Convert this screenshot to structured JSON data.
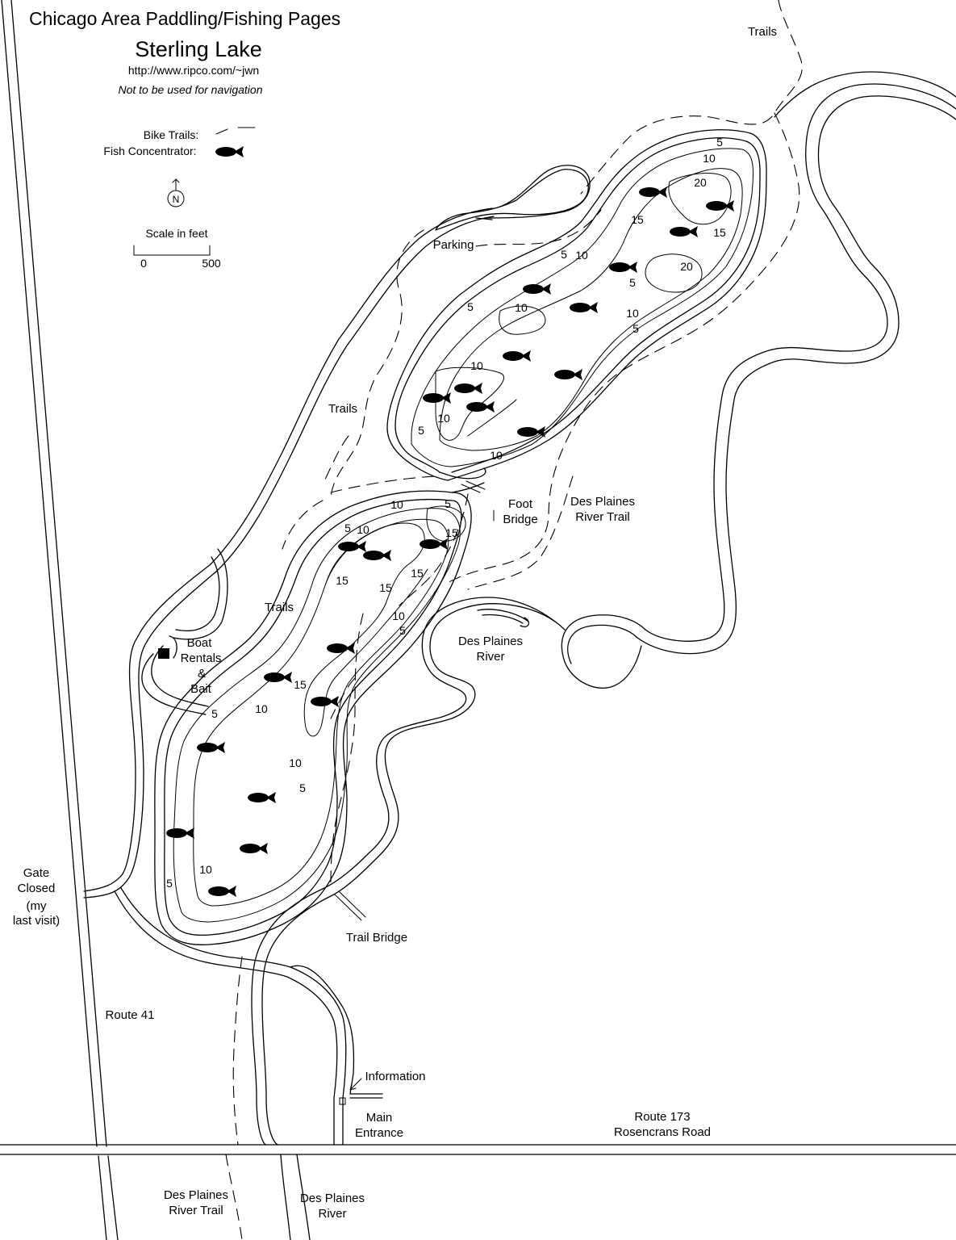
{
  "header": {
    "site_title": "Chicago Area Paddling/Fishing Pages",
    "map_title": "Sterling Lake",
    "url": "http://www.ripco.com/~jwn",
    "disclaimer": "Not to be used for navigation"
  },
  "legend": {
    "bike_trails": "Bike Trails:",
    "fish_concentrator": "Fish Concentrator:",
    "north": "N",
    "scale_title": "Scale in feet",
    "scale_min": "0",
    "scale_max": "500"
  },
  "labels": {
    "trails_ne": "Trails",
    "parking": "Parking",
    "trails_mid": "Trails",
    "trails_sw": "Trails",
    "foot_bridge_1": "Foot",
    "foot_bridge_2": "Bridge",
    "dp_river_trail_1": "Des Plaines",
    "dp_river_trail_2": "River Trail",
    "dp_river_1": "Des Plaines",
    "dp_river_2": "River",
    "boat_1": "Boat",
    "boat_2": "Rentals",
    "boat_3": "&",
    "boat_4": "Bait",
    "gate_1": "Gate",
    "gate_2": "Closed",
    "gate_3": "(my",
    "gate_4": "last visit)",
    "trail_bridge": "Trail Bridge",
    "route41": "Route 41",
    "information": "Information",
    "main_entrance_1": "Main",
    "main_entrance_2": "Entrance",
    "route173_1": "Route 173",
    "route173_2": "Rosencrans Road",
    "dp_trail_bottom_1": "Des Plaines",
    "dp_trail_bottom_2": "River Trail",
    "dp_river_bottom_1": "Des Plaines",
    "dp_river_bottom_2": "River"
  },
  "depths": {
    "n5a": "5",
    "n10a": "10",
    "n20a": "20",
    "n15a": "15",
    "n15b": "15",
    "n5b": "5",
    "n10b": "10",
    "n20b": "20",
    "n5c": "5",
    "n10c": "10",
    "n5d": "5",
    "n5e": "5",
    "n10d": "10",
    "n10e": "10",
    "n10f": "10",
    "n5f": "5",
    "n10g": "10",
    "s10a": "10",
    "s5a": "5",
    "s5b": "5",
    "s10b": "10",
    "s15a": "15",
    "s15b": "15",
    "s15c": "15",
    "s15d": "15",
    "s10c": "10",
    "s5c": "5",
    "s15e": "15",
    "s5d": "5",
    "s10d": "10",
    "s10e": "10",
    "s5e": "5",
    "s10f": "10",
    "s5f": "5"
  }
}
